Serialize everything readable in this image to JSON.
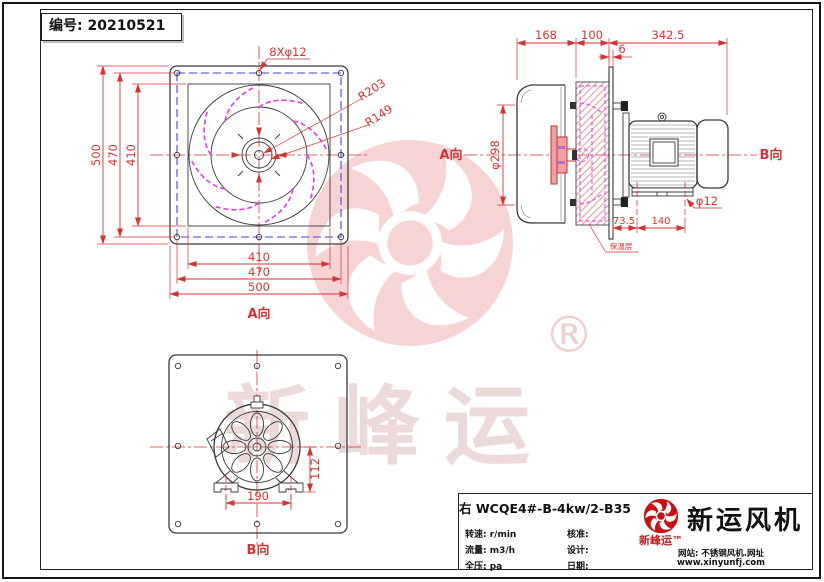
{
  "doc": {
    "number_label": "编号: 20210521"
  },
  "labels": {
    "view_a": "A向",
    "view_b": "B向"
  },
  "front_view": {
    "bolt_holes": "8Xφ12",
    "radius_outer": "R203",
    "radius_inner": "R149",
    "dim_outer": "500",
    "dim_bolt_square": "470",
    "dim_opening": "410"
  },
  "side_view": {
    "dim_inlet_depth": "168",
    "dim_insulation_depth": "100",
    "dim_motor_length": "342.5",
    "dim_plate_thickness": "6",
    "dim_inlet_diameter": "φ298",
    "dim_foot_offset": "73.5",
    "dim_foot_spacing": "140",
    "dim_foot_hole": "φ12",
    "insulation_label": "保温层"
  },
  "bottom_view": {
    "dim_foot_spacing": "190",
    "dim_foot_height": "112"
  },
  "title_block": {
    "model": "右  WCQE4#-B-4kw/2-B35",
    "specs": [
      {
        "label": "转速: r/min",
        "sign": "核准:"
      },
      {
        "label": "流量: m3/h",
        "sign": "设计:"
      },
      {
        "label": "全压: pa",
        "sign": "日期:"
      }
    ],
    "brand_name": "新运风机",
    "brand_script": "新峰运™",
    "site_line1": "网站: 不锈钢风机.网址",
    "site_line2": "www.xinyunfj.com"
  },
  "watermark": {
    "script": "新峰运",
    "registered": "®"
  }
}
